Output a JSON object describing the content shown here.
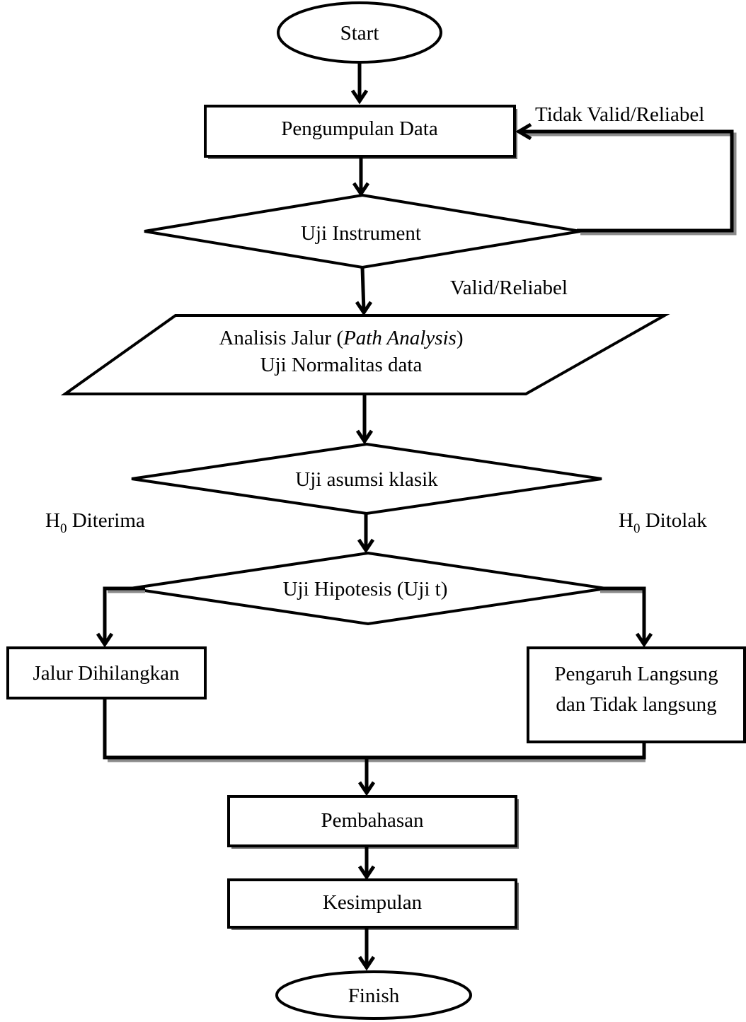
{
  "nodes": {
    "start": "Start",
    "pengumpulan": "Pengumpulan Data",
    "uji_instrument": "Uji Instrument",
    "analisis_line1_pre": "Analisis Jalur (",
    "analisis_line1_italic": "Path Analysis",
    "analisis_line1_post": ")",
    "analisis_line2": "Uji Normalitas data",
    "uji_asumsi": "Uji asumsi klasik",
    "uji_hipotesis": "Uji Hipotesis (Uji t)",
    "jalur_dihilangkan": "Jalur Dihilangkan",
    "pengaruh_line1": "Pengaruh Langsung",
    "pengaruh_line2": "dan Tidak langsung",
    "pembahasan": "Pembahasan",
    "kesimpulan": "Kesimpulan",
    "finish": "Finish"
  },
  "labels": {
    "tidak_valid": "Tidak Valid/Reliabel",
    "valid": "Valid/Reliabel",
    "h0_diterima_h": "H",
    "h0_diterima_sub": "0",
    "h0_diterima_text": " Diterima",
    "h0_ditolak_h": "H",
    "h0_ditolak_sub": "0",
    "h0_ditolak_text": " Ditolak"
  }
}
